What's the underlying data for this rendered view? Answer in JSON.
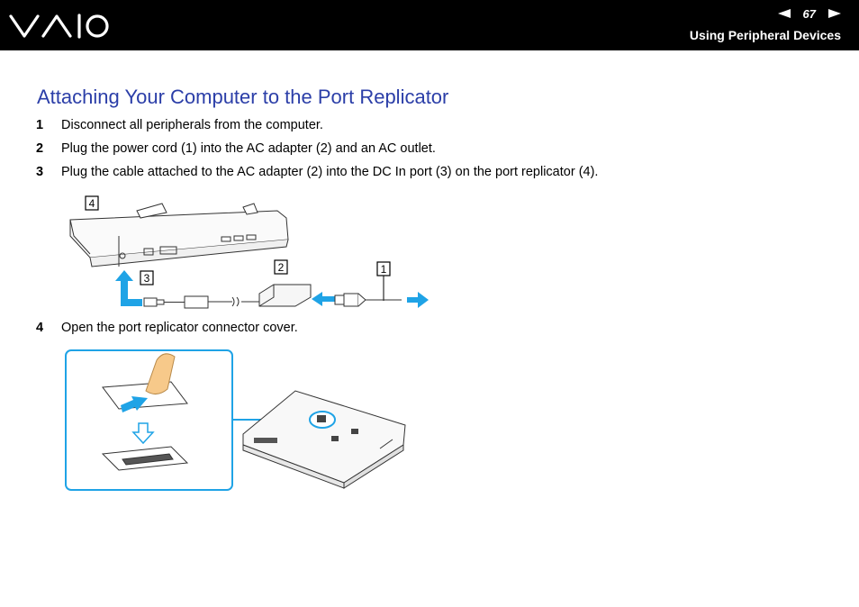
{
  "header": {
    "page_number": "67",
    "section": "Using Peripheral Devices",
    "logo": "VAIO"
  },
  "title": "Attaching Your Computer to the Port Replicator",
  "steps": [
    {
      "num": "1",
      "text": "Disconnect all peripherals from the computer."
    },
    {
      "num": "2",
      "text": "Plug the power cord (1) into the AC adapter (2) and an AC outlet."
    },
    {
      "num": "3",
      "text": "Plug the cable attached to the AC adapter (2) into the DC In port (3) on the port replicator (4)."
    },
    {
      "num": "4",
      "text": "Open the port replicator connector cover."
    }
  ],
  "figure1": {
    "callouts": [
      "4",
      "3",
      "2",
      "1"
    ]
  },
  "colors": {
    "header_bg": "#000000",
    "title": "#2b3ea8",
    "arrow": "#1fa3e6",
    "callout_frame": "#1fa3e6"
  }
}
